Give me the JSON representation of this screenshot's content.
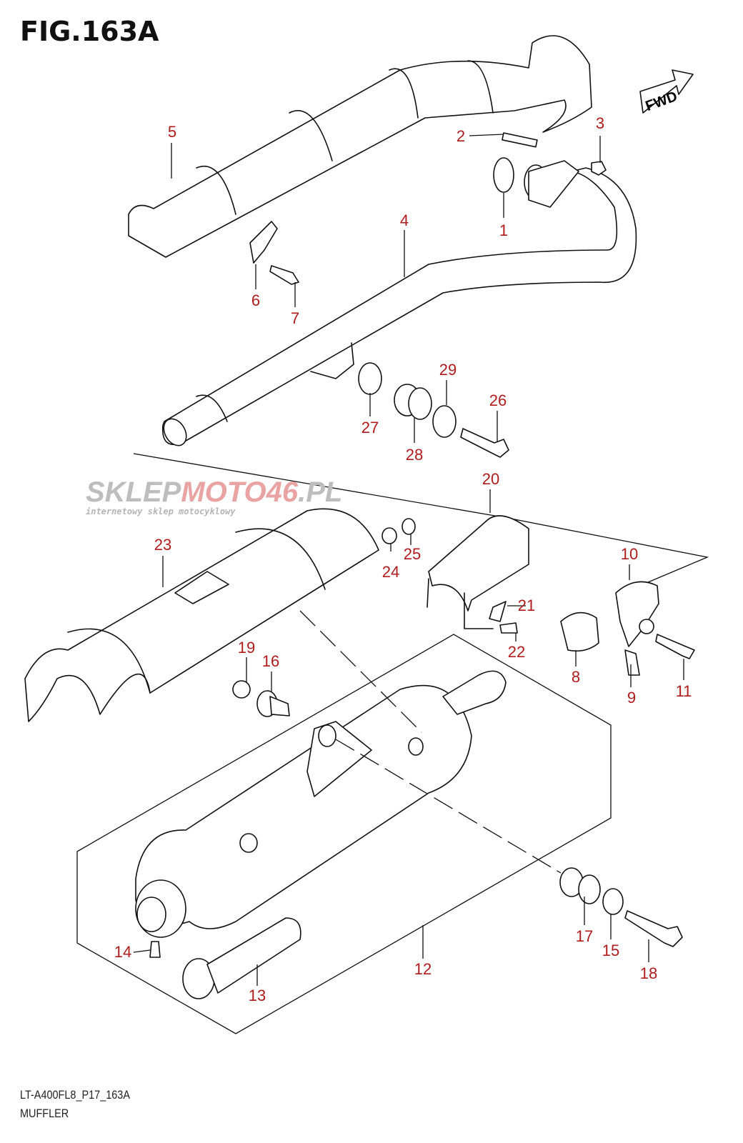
{
  "figure": {
    "title": "FIG.163A",
    "code": "LT-A400FL8_P17_163A",
    "name": "MUFFLER"
  },
  "direction_badge": {
    "label": "FWD"
  },
  "watermark": {
    "brand_a": "SKLEP",
    "brand_b": "MOTO46",
    "brand_c": ".PL",
    "tagline": "internetowy sklep motocyklowy"
  },
  "callouts": [
    "1",
    "2",
    "3",
    "4",
    "5",
    "6",
    "7",
    "8",
    "9",
    "10",
    "11",
    "12",
    "13",
    "14",
    "15",
    "16",
    "17",
    "18",
    "19",
    "20",
    "21",
    "22",
    "23",
    "24",
    "25",
    "26",
    "27",
    "28",
    "29"
  ],
  "colors": {
    "callout": "#b01c1c",
    "line": "#111111"
  }
}
